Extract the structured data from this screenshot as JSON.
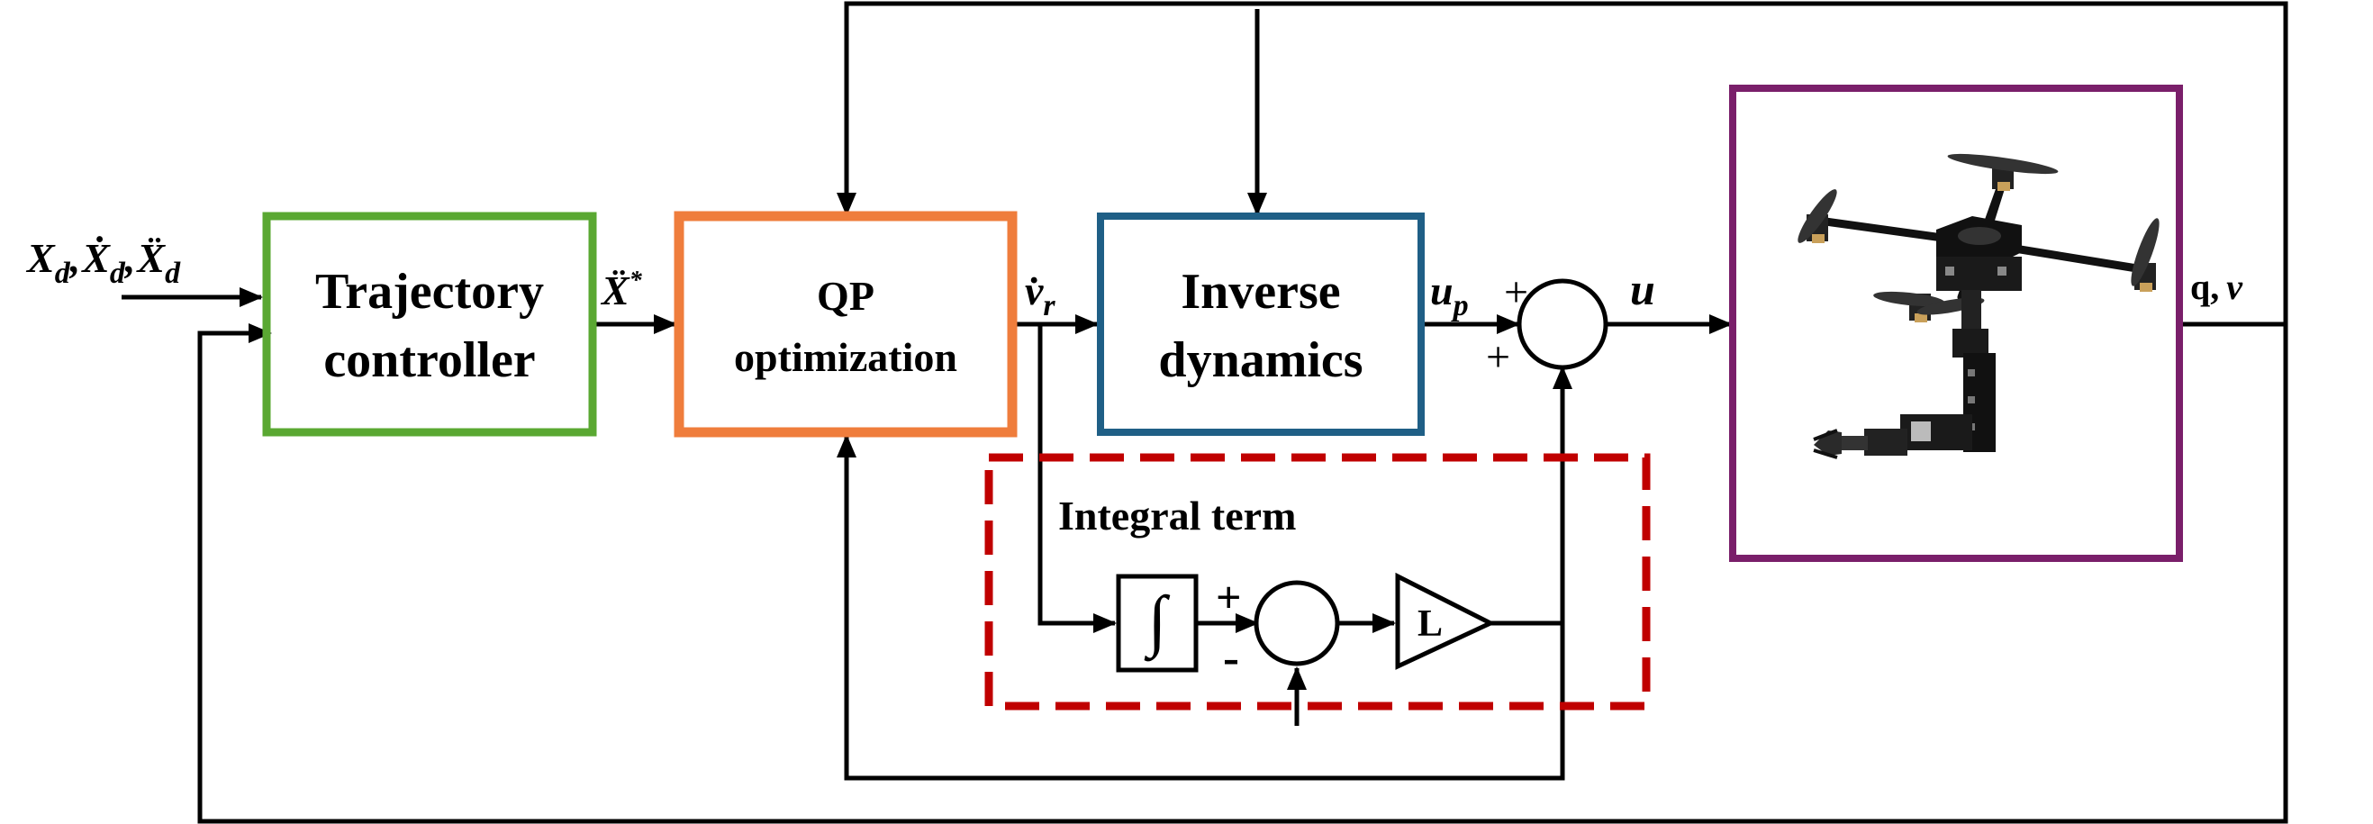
{
  "blocks": {
    "trajectory": {
      "line1": "Trajectory",
      "line2": "controller",
      "color": "#5aa832"
    },
    "qp": {
      "line1": "QP",
      "line2": "optimization",
      "color": "#ef7d3c"
    },
    "inverse": {
      "line1": "Inverse",
      "line2": "dynamics",
      "color": "#1f5f86"
    },
    "integral": {
      "title": "Integral term",
      "color": "#c00000",
      "integrator_symbol": "∫",
      "gain_label": "L"
    },
    "robot": {
      "color": "#7a1f6a",
      "icon": "quadrotor-with-manipulator-arm"
    }
  },
  "signals": {
    "reference": {
      "x": "X",
      "x_sub": "d",
      "xdot": "Ẋ",
      "xdot_sub": "d",
      "xddot": "Ẍ",
      "xddot_sub": "d",
      "sep": ","
    },
    "accel_cmd": {
      "base": "Ẍ",
      "sup": "*"
    },
    "vel_ref": {
      "base": "v̇",
      "sub": "r"
    },
    "u_p": {
      "base": "u",
      "sub": "p"
    },
    "u": "u",
    "output": {
      "q": "q,",
      "v": "v"
    }
  },
  "signs": {
    "sum_main_top": "+",
    "sum_main_bottom": "+",
    "sum_int_plus": "+",
    "sum_int_minus": "-"
  }
}
